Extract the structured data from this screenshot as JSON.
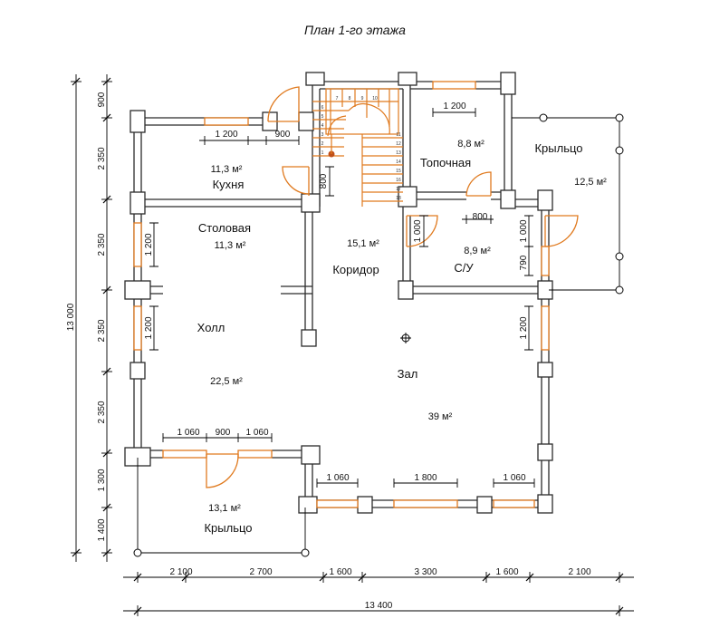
{
  "title": "План 1-го этажа",
  "rooms": {
    "kitchen": {
      "name": "Кухня",
      "area": "11,3 м²"
    },
    "dining": {
      "name": "Столовая",
      "area": "11,3 м²"
    },
    "hall": {
      "name": "Холл",
      "area": "22,5 м²"
    },
    "porch_front": {
      "name": "Крыльцо",
      "area": "13,1 м²"
    },
    "corridor": {
      "name": "Коридор",
      "area": "15,1 м²"
    },
    "boiler": {
      "name": "Топочная",
      "area": "8,8 м²"
    },
    "bathroom": {
      "name": "С/У",
      "area": "8,9 м²"
    },
    "porch_side": {
      "name": "Крыльцо",
      "area": "12,5 м²"
    },
    "living": {
      "name": "Зал",
      "area": "39 м²"
    }
  },
  "dims_bottom": [
    "2 100",
    "2 700",
    "1 600",
    "3 300",
    "1 600",
    "2 100"
  ],
  "dim_total_bottom": "13 400",
  "dims_left": [
    "900",
    "2 350",
    "2 350",
    "2 350",
    "2 350",
    "1 300",
    "1 400"
  ],
  "dim_total_left": "13 000",
  "dims_inner": {
    "kitchen_window": "1 200",
    "kitchen_door": "900",
    "boiler_window": "1 200",
    "stair_door": "800",
    "boiler_door": "800",
    "bath_door": "1 000",
    "side_door": "1 000",
    "side_window": "790",
    "living_window_right": "1 200",
    "dining_window": "1 200",
    "hall_window": "1 200",
    "front_1": "1 060",
    "front_2": "900",
    "front_3": "1 060",
    "south_1": "1 060",
    "south_2": "1 800",
    "south_3": "1 060"
  },
  "stair_steps": [
    "1",
    "2",
    "3",
    "4",
    "5",
    "6",
    "7",
    "8",
    "9",
    "10",
    "11",
    "12",
    "13",
    "14",
    "15",
    "16",
    "17",
    "18"
  ]
}
